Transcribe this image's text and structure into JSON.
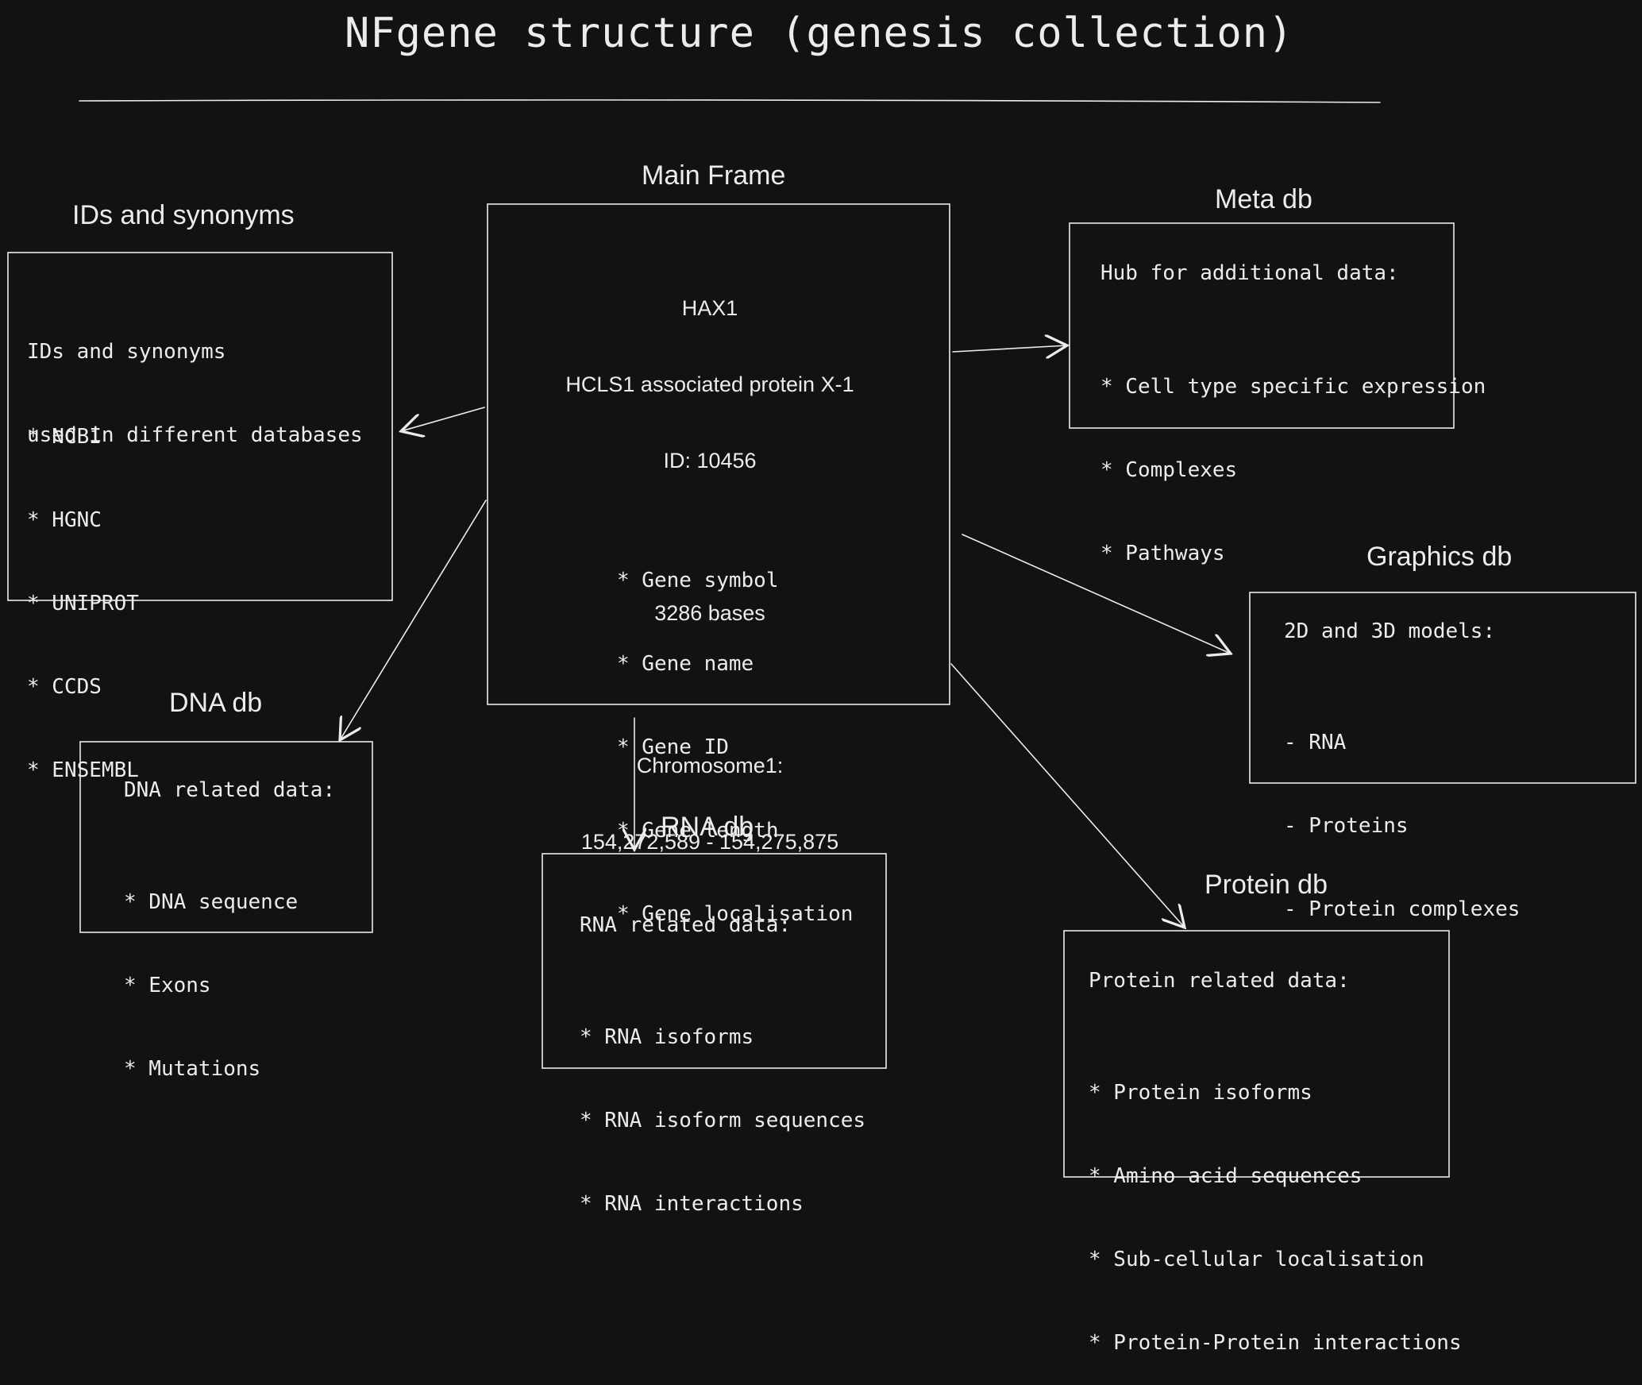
{
  "title": "NFgene structure (genesis collection)",
  "main_frame": {
    "heading": "Main Frame",
    "lines": [
      "HAX1",
      "HCLS1 associated protein X-1",
      "ID: 10456",
      "",
      "3286 bases",
      "",
      "Chromosome1:",
      "154,272,589 - 154,275,875"
    ],
    "items": [
      "* Gene symbol",
      "* Gene name",
      "* Gene ID",
      "* Gene length",
      "* Gene localisation"
    ]
  },
  "ids": {
    "heading": "IDs and synonyms",
    "intro": [
      "IDs and synonyms",
      "used in different databases"
    ],
    "items": [
      "* NCBI",
      "* HGNC",
      "* UNIPROT",
      "* CCDS",
      "* ENSEMBL"
    ]
  },
  "meta": {
    "heading": "Meta db",
    "intro": "Hub for additional data:",
    "items": [
      "* Cell type specific expression",
      "* Complexes",
      "* Pathways"
    ]
  },
  "graphics": {
    "heading": "Graphics db",
    "intro": "2D and 3D models:",
    "items": [
      "- RNA",
      "- Proteins",
      "- Protein complexes"
    ]
  },
  "dna": {
    "heading": "DNA db",
    "intro": "DNA related data:",
    "items": [
      "* DNA sequence",
      "* Exons",
      "* Mutations"
    ]
  },
  "rna": {
    "heading": "RNA db",
    "intro": "RNA related data:",
    "items": [
      "* RNA isoforms",
      "* RNA isoform sequences",
      "* RNA interactions"
    ]
  },
  "protein": {
    "heading": "Protein db",
    "intro": "Protein related data:",
    "items": [
      "* Protein isoforms",
      "* Amino acid sequences",
      "* Sub-cellular localisation",
      "* Protein-Protein interactions"
    ]
  },
  "colors": {
    "background": "#121212",
    "stroke": "#ececec"
  }
}
